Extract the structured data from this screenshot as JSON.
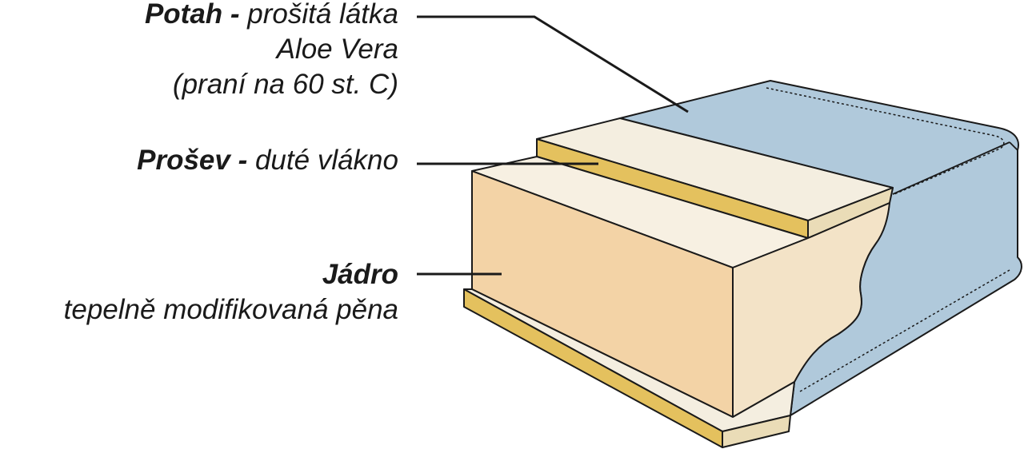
{
  "labels": {
    "cover": {
      "title": "Potah -",
      "line1": "prošitá látka",
      "line2": "Aloe Vera",
      "line3": "(praní na 60 st. C)"
    },
    "quilting": {
      "title": "Prošev -",
      "line1": "duté vlákno"
    },
    "core": {
      "title": "Jádro",
      "line1": "tepelně modifikovaná pěna"
    }
  },
  "colors": {
    "cover_fabric": "#b0c9db",
    "quilt_layer": "#f4eee0",
    "felt_strip": "#e4c15e",
    "core_foam_front": "#f3d3a6",
    "core_foam_side": "#f3e3c7",
    "core_top": "#f7f0e2",
    "outline": "#1a1a1a",
    "leader_line": "#1a1a1a"
  }
}
